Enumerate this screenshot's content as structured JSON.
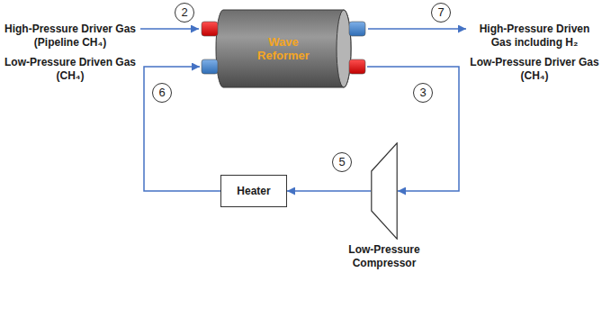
{
  "diagram": {
    "nodes": [
      {
        "text": [
          "Wave Reformer"
        ]
      },
      {
        "text": [
          "Heater"
        ]
      },
      {
        "text": [
          "Low-Pressure Compressor"
        ]
      }
    ],
    "edges": [
      {
        "from": 0,
        "to": 2,
        "arrow": "to"
      },
      {
        "from": 2,
        "to": 1,
        "arrow": "to"
      },
      {
        "from": 1,
        "to": 0,
        "arrow": "to"
      }
    ],
    "labels": [
      "High-Pressure Driver Gas (Pipeline CH₄)",
      "Low-Pressure Driven Gas (CH₄)",
      "High-Pressure Driven Gas including H₂",
      "Low-Pressure Driver Gas (CH₄)",
      "2",
      "7",
      "6",
      "3",
      "5"
    ]
  }
}
